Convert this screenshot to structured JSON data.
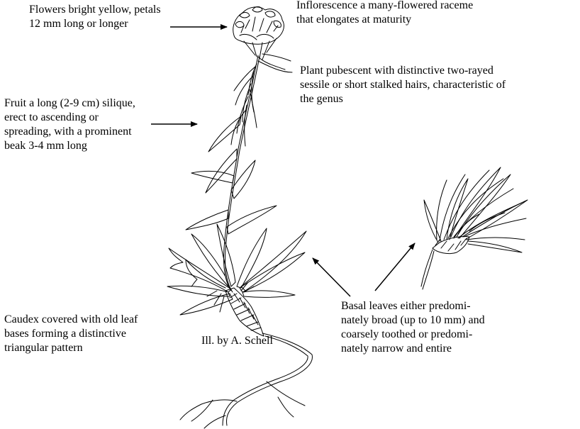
{
  "labels": {
    "flowers": "Flowers bright yellow, petals\n12 mm long or longer",
    "inflorescence": "Inflorescence a many-flowered raceme\nthat elongates at maturity",
    "pubescence": "Plant pubescent with distinctive two-rayed\nsessile or short stalked hairs, characteristic of\nthe genus",
    "fruit": "Fruit a long (2-9 cm) silique,\nerect to ascending or\nspreading, with a prominent\nbeak 3-4 mm long",
    "caudex": "Caudex covered with old leaf\nbases forming a distinctive\ntriangular pattern",
    "credit": "Ill. by A. Schell",
    "basal_leaves": "Basal leaves either predomi-\nnately broad (up to 10 mm) and\ncoarsely toothed or predomi-\nnately narrow and entire"
  },
  "colors": {
    "ink": "#000000",
    "background": "#ffffff"
  }
}
